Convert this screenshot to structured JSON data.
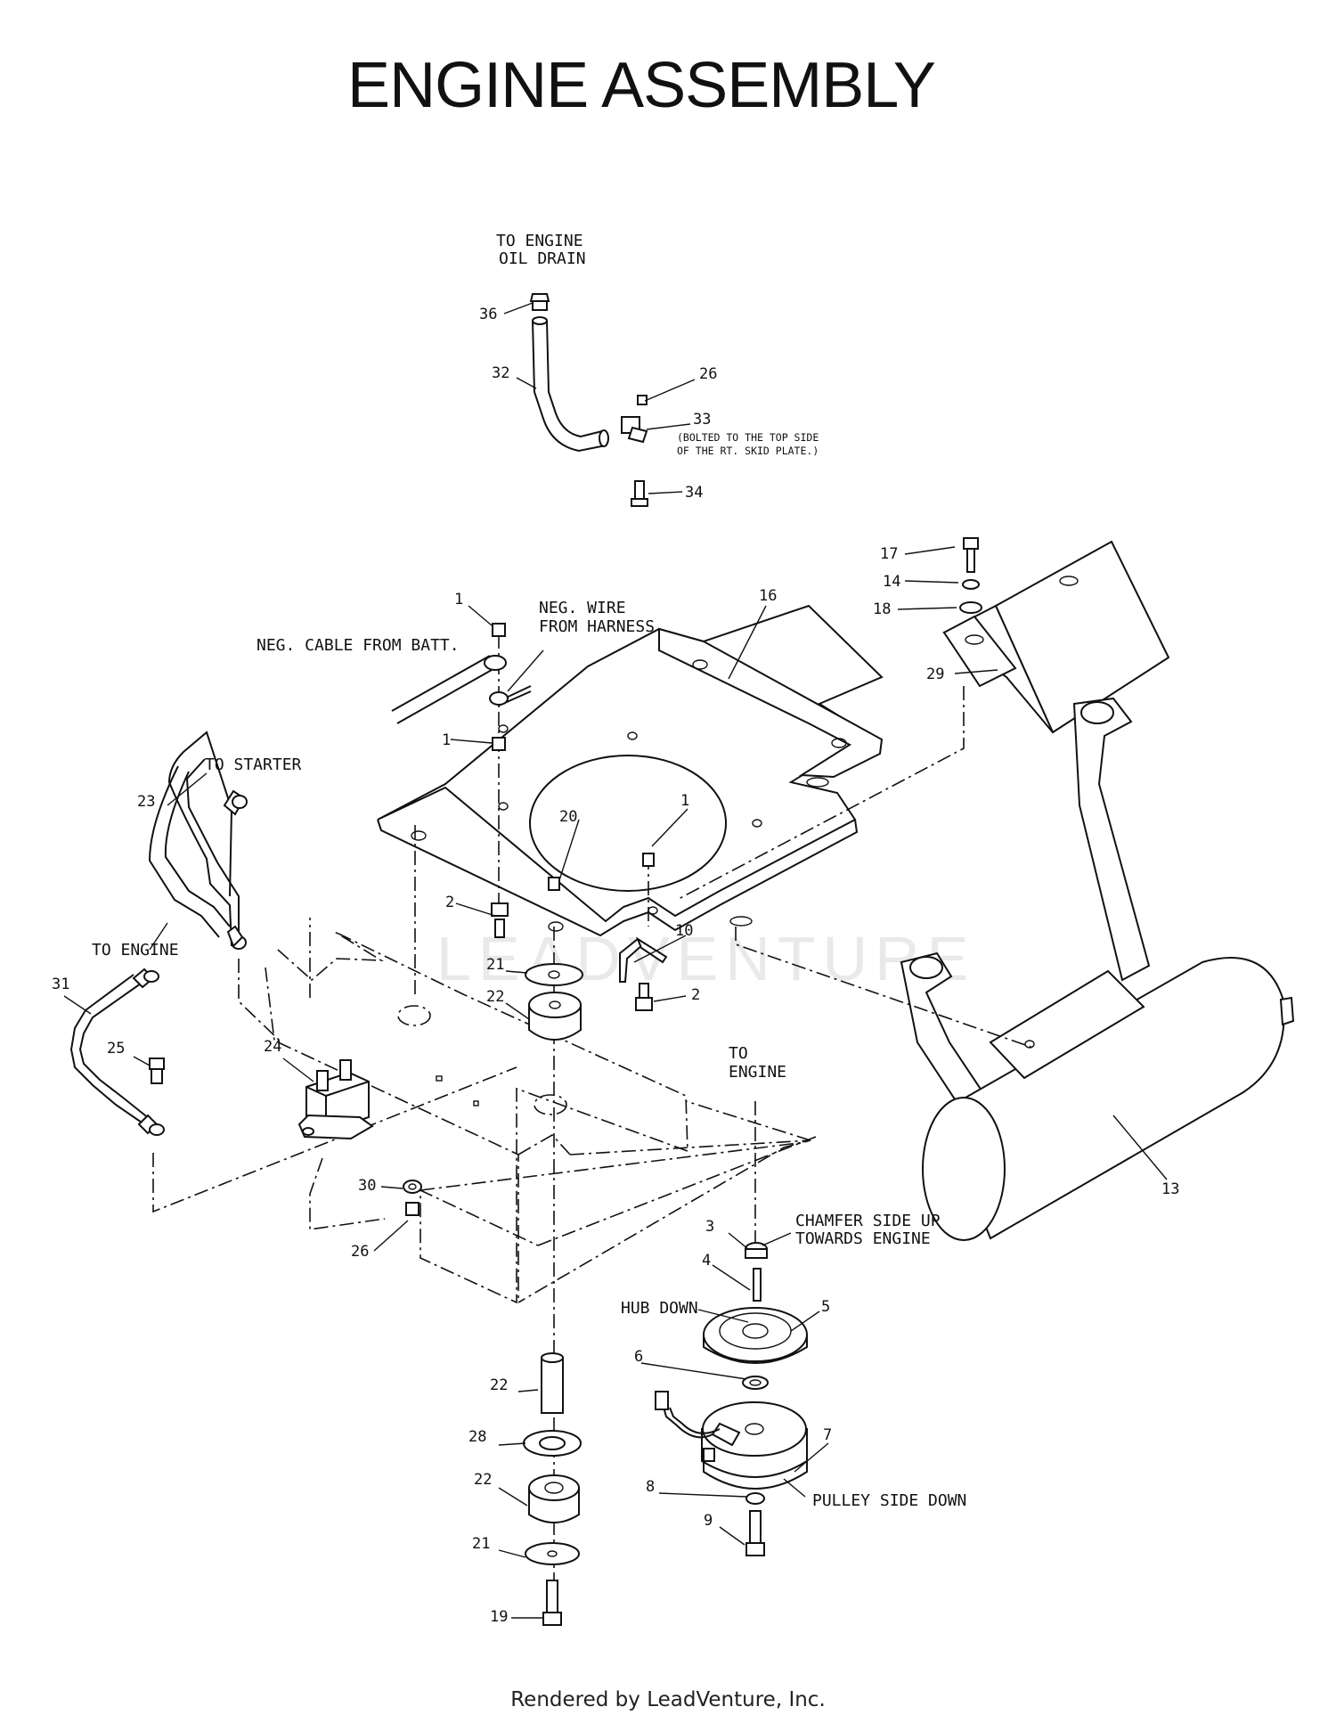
{
  "title": "ENGINE ASSEMBLY",
  "footer": "Rendered by LeadVenture, Inc.",
  "watermark": "LEADVENTURE",
  "notes": [
    {
      "id": "to-engine-oil-drain",
      "lines": [
        "TO ENGINE",
        "OIL DRAIN"
      ]
    },
    {
      "id": "bolted-note",
      "lines": [
        "(BOLTED TO THE TOP SIDE",
        "OF THE RT. SKID PLATE.)"
      ]
    },
    {
      "id": "neg-wire",
      "lines": [
        "NEG. WIRE",
        "FROM HARNESS"
      ]
    },
    {
      "id": "neg-cable",
      "lines": [
        "NEG. CABLE FROM BATT."
      ]
    },
    {
      "id": "to-starter",
      "lines": [
        "TO STARTER"
      ]
    },
    {
      "id": "to-engine-left",
      "lines": [
        "TO ENGINE"
      ]
    },
    {
      "id": "to-engine-right",
      "lines": [
        "TO",
        "ENGINE"
      ]
    },
    {
      "id": "chamfer",
      "lines": [
        "CHAMFER SIDE UP",
        "TOWARDS ENGINE"
      ]
    },
    {
      "id": "hub-down",
      "lines": [
        "HUB DOWN"
      ]
    },
    {
      "id": "pulley-side-down",
      "lines": [
        "PULLEY SIDE DOWN"
      ]
    }
  ],
  "callouts": [
    {
      "id": "c36",
      "num": "36"
    },
    {
      "id": "c32",
      "num": "32"
    },
    {
      "id": "c26a",
      "num": "26"
    },
    {
      "id": "c33",
      "num": "33"
    },
    {
      "id": "c34",
      "num": "34"
    },
    {
      "id": "c17",
      "num": "17"
    },
    {
      "id": "c14",
      "num": "14"
    },
    {
      "id": "c18",
      "num": "18"
    },
    {
      "id": "c29",
      "num": "29"
    },
    {
      "id": "c16",
      "num": "16"
    },
    {
      "id": "c1a",
      "num": "1"
    },
    {
      "id": "c1b",
      "num": "1"
    },
    {
      "id": "c1c",
      "num": "1"
    },
    {
      "id": "c23",
      "num": "23"
    },
    {
      "id": "c20",
      "num": "20"
    },
    {
      "id": "c2a",
      "num": "2"
    },
    {
      "id": "c10",
      "num": "10"
    },
    {
      "id": "c2b",
      "num": "2"
    },
    {
      "id": "c31",
      "num": "31"
    },
    {
      "id": "c21a",
      "num": "21"
    },
    {
      "id": "c22a",
      "num": "22"
    },
    {
      "id": "c25",
      "num": "25"
    },
    {
      "id": "c24",
      "num": "24"
    },
    {
      "id": "c13",
      "num": "13"
    },
    {
      "id": "c30",
      "num": "30"
    },
    {
      "id": "c26b",
      "num": "26"
    },
    {
      "id": "c3",
      "num": "3"
    },
    {
      "id": "c4",
      "num": "4"
    },
    {
      "id": "c5",
      "num": "5"
    },
    {
      "id": "c6",
      "num": "6"
    },
    {
      "id": "c7",
      "num": "7"
    },
    {
      "id": "c22b",
      "num": "22"
    },
    {
      "id": "c28",
      "num": "28"
    },
    {
      "id": "c22c",
      "num": "22"
    },
    {
      "id": "c8",
      "num": "8"
    },
    {
      "id": "c9",
      "num": "9"
    },
    {
      "id": "c21b",
      "num": "21"
    },
    {
      "id": "c19",
      "num": "19"
    }
  ]
}
